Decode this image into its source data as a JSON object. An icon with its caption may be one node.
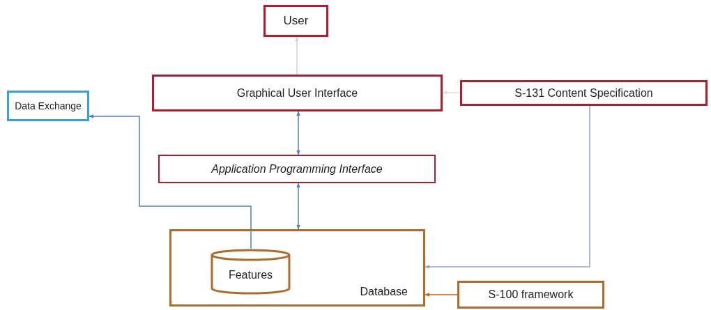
{
  "diagram": {
    "nodes": [
      {
        "text": [
          "User"
        ]
      },
      {
        "text": [
          "Data Exchange"
        ]
      },
      {
        "text": [
          "Graphical User Interface"
        ]
      },
      {
        "text": [
          "S-131 Content Specification"
        ]
      },
      {
        "text": [
          "Application Programming Interface"
        ]
      },
      {
        "text": [
          "Database"
        ]
      },
      {
        "text": [
          "Features"
        ],
        "in": 5
      },
      {
        "text": [
          "S-100 framework"
        ]
      }
    ],
    "edges": [
      {
        "from": 2,
        "to": 0,
        "arrow": "to",
        "color": "#d0d0d0"
      },
      {
        "from": 3,
        "to": 2,
        "arrow": "to",
        "color": "#e6dcc8"
      },
      {
        "from": 6,
        "to": 1,
        "arrow": "to"
      },
      {
        "from": 2,
        "to": 4,
        "arrow": "both"
      },
      {
        "from": 4,
        "to": 5,
        "arrow": "both"
      },
      {
        "from": 3,
        "to": 5,
        "arrow": "to",
        "color": "#8fa6c0"
      },
      {
        "from": 7,
        "to": 5,
        "arrow": "to",
        "color": "#b5651d"
      }
    ]
  }
}
